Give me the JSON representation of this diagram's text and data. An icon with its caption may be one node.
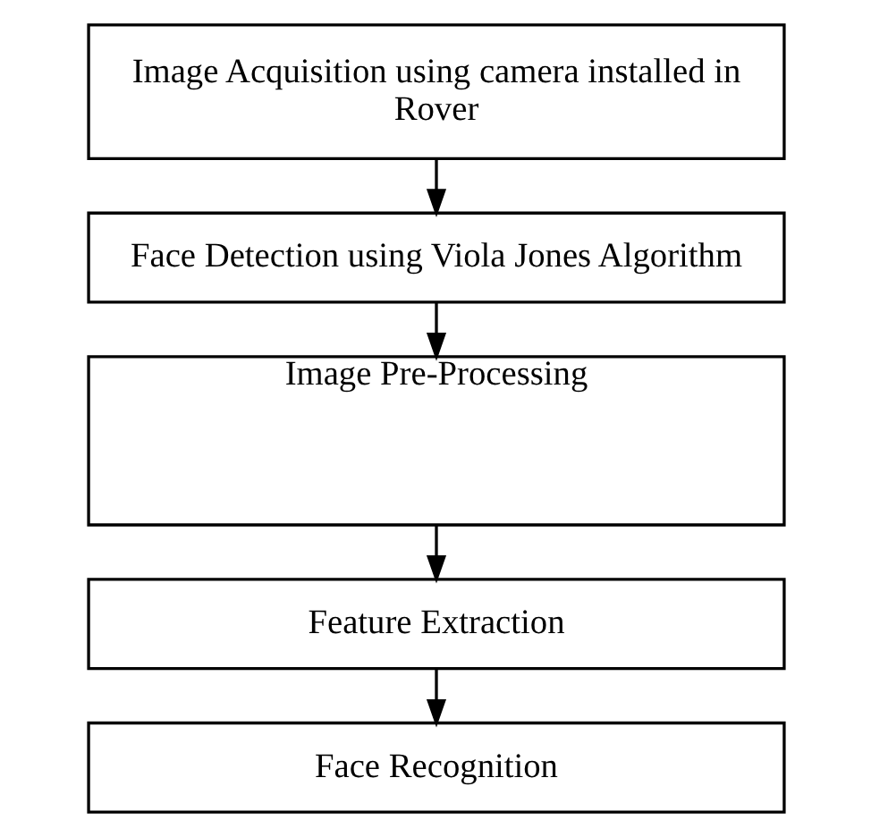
{
  "diagram": {
    "nodes": [
      {
        "text": [
          "Image Acquisition using camera installed in Rover"
        ]
      },
      {
        "text": [
          "Face Detection using Viola Jones Algorithm"
        ]
      },
      {
        "text": [
          "Image Pre-Processing"
        ]
      },
      {
        "text": [
          "Feature Extraction"
        ]
      },
      {
        "text": [
          "Face Recognition"
        ]
      }
    ],
    "edges": [
      {
        "from": 0,
        "to": 1,
        "arrow": "to"
      },
      {
        "from": 1,
        "to": 2,
        "arrow": "to"
      },
      {
        "from": 2,
        "to": 3,
        "arrow": "to"
      },
      {
        "from": 3,
        "to": 4,
        "arrow": "to"
      }
    ]
  }
}
